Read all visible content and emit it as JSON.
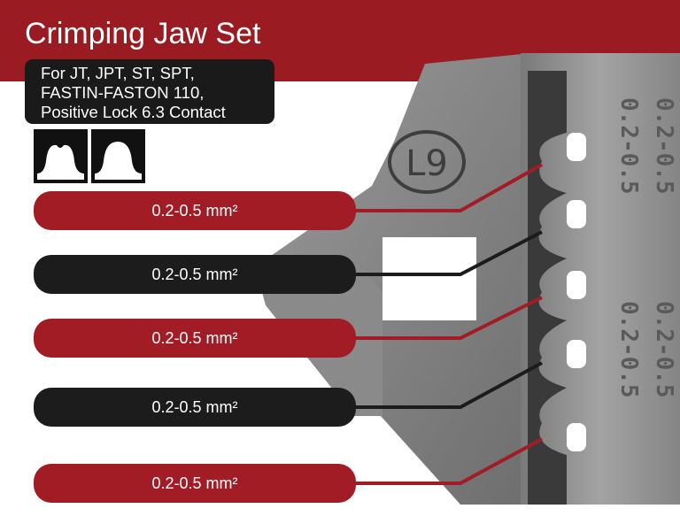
{
  "title": "Crimping Jaw Set",
  "compatibility": {
    "lines": [
      "For JT, JPT, ST, SPT,",
      "FASTIN-FASTON 110,",
      "Positive Lock 6.3 Contact"
    ]
  },
  "jaw": {
    "marking": "L9",
    "size_stamp": "0.2-0.5"
  },
  "labels": [
    {
      "text": "0.2-0.5 mm²",
      "style": "red"
    },
    {
      "text": "0.2-0.5 mm²",
      "style": "black"
    },
    {
      "text": "0.2-0.5 mm²",
      "style": "red"
    },
    {
      "text": "0.2-0.5 mm²",
      "style": "black"
    },
    {
      "text": "0.2-0.5 mm²",
      "style": "red"
    }
  ],
  "colors": {
    "brand_red": "#9b1b23",
    "dark": "#1a1a1a",
    "steel": "#8c8c8c"
  },
  "icons": [
    "crimp-profile-open-icon",
    "crimp-profile-closed-icon"
  ]
}
